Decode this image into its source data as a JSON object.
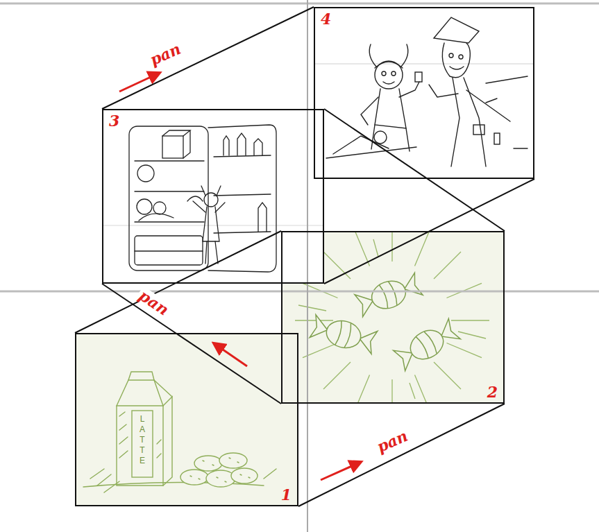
{
  "diagram": {
    "nodes": [
      {
        "text": [
          "1"
        ]
      },
      {
        "text": [
          "2"
        ]
      },
      {
        "text": [
          "3"
        ]
      },
      {
        "text": [
          "4"
        ]
      }
    ],
    "edges": [
      {
        "from": 0,
        "to": 1,
        "arrow": "none"
      },
      {
        "from": 0,
        "to": 1,
        "arrow": "none"
      },
      {
        "from": 1,
        "to": 2,
        "arrow": "none"
      },
      {
        "from": 1,
        "to": 2,
        "arrow": "none"
      },
      {
        "from": 2,
        "to": 3,
        "arrow": "none"
      },
      {
        "from": 2,
        "to": 3,
        "arrow": "none"
      }
    ],
    "labels": [
      "pan",
      "pan",
      "pan",
      "LATTE"
    ]
  }
}
